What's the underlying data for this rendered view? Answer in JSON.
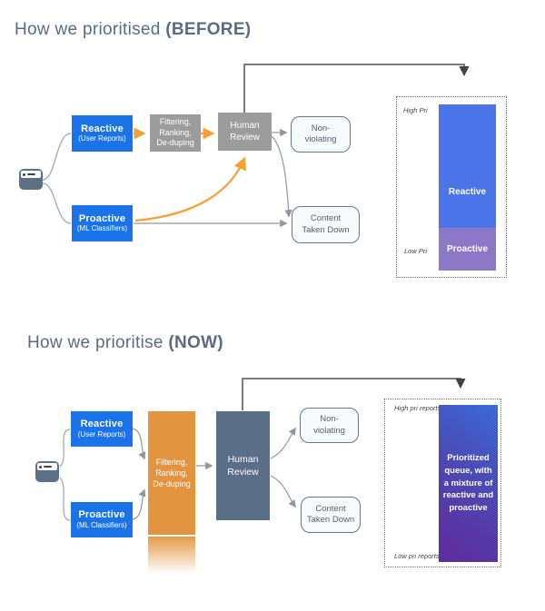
{
  "before": {
    "title": "How we prioritised ",
    "title_em": "(BEFORE)",
    "reactive": {
      "label": "Reactive",
      "sub": "(User Reports)"
    },
    "proactive": {
      "label": "Proactive",
      "sub": "(ML Classifiers)"
    },
    "filtering": [
      "Filtering,",
      "Ranking,",
      "De-duping"
    ],
    "human": [
      "Human",
      "Review"
    ],
    "non_violating": [
      "Non-",
      "violating"
    ],
    "taken_down": [
      "Content",
      "Taken Down"
    ],
    "queue": {
      "high": "High Pri",
      "low": "Low Pri",
      "segments": [
        {
          "label": "Reactive",
          "color": "#4a74e8"
        },
        {
          "label": "Proactive",
          "color": "#8d78c8"
        }
      ]
    }
  },
  "now": {
    "title": "How we prioritise ",
    "title_em": "(NOW)",
    "reactive": {
      "label": "Reactive",
      "sub": "(User Reports)"
    },
    "proactive": {
      "label": "Proactive",
      "sub": "(ML Classifiers)"
    },
    "filtering": [
      "Filtering,",
      "Ranking,",
      "De-duping"
    ],
    "human": [
      "Human",
      "Review"
    ],
    "non_violating": [
      "Non-",
      "violating"
    ],
    "taken_down": [
      "Content",
      "Taken Down"
    ],
    "queue": {
      "high": "High pri reports",
      "low": "Low pri reports",
      "bar": "Prioritized queue, with a mixture of reactive and proactive"
    }
  },
  "colors": {
    "title": "#5a6b82",
    "flow_blue": "#1a73e8",
    "gray_box": "#9c9c9c",
    "slate_box": "#5b6e87",
    "orange_box": "#e2943e",
    "arrow_orange": "#f5a033",
    "connector_gray": "#8d97a1",
    "dark_arrow": "#4c5156",
    "queue_blue": "#4a74e8",
    "queue_purple": "#8d78c8",
    "gradient_top": "#3a6ad5",
    "gradient_bottom": "#5c2f9e"
  }
}
